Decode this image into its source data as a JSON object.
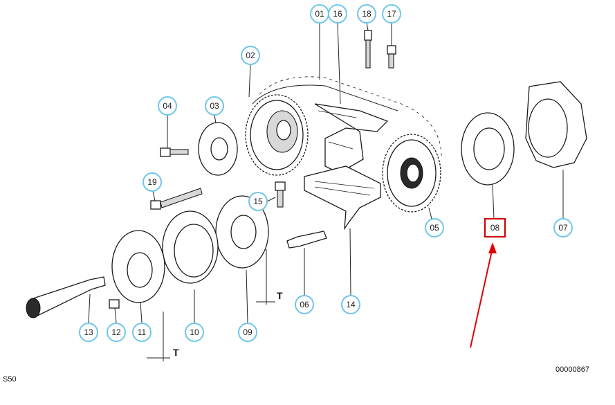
{
  "callouts": [
    {
      "id": "01",
      "label": "01"
    },
    {
      "id": "16",
      "label": "16"
    },
    {
      "id": "18",
      "label": "18"
    },
    {
      "id": "17",
      "label": "17"
    },
    {
      "id": "02",
      "label": "02"
    },
    {
      "id": "04",
      "label": "04"
    },
    {
      "id": "03",
      "label": "03"
    },
    {
      "id": "19",
      "label": "19"
    },
    {
      "id": "15",
      "label": "15"
    },
    {
      "id": "05",
      "label": "05"
    },
    {
      "id": "08",
      "label": "08",
      "highlighted": true
    },
    {
      "id": "07",
      "label": "07"
    },
    {
      "id": "06",
      "label": "06"
    },
    {
      "id": "14",
      "label": "14"
    },
    {
      "id": "13",
      "label": "13"
    },
    {
      "id": "12",
      "label": "12"
    },
    {
      "id": "11",
      "label": "11"
    },
    {
      "id": "10",
      "label": "10"
    },
    {
      "id": "09",
      "label": "09"
    }
  ],
  "dimension_marks": [
    "T",
    "T"
  ],
  "footer": {
    "engine_code": "S50",
    "diagram_number": "00000867"
  },
  "colors": {
    "callout_border": "#6fc6ea",
    "highlight_border": "#d00000",
    "arrow": "#e00000"
  }
}
